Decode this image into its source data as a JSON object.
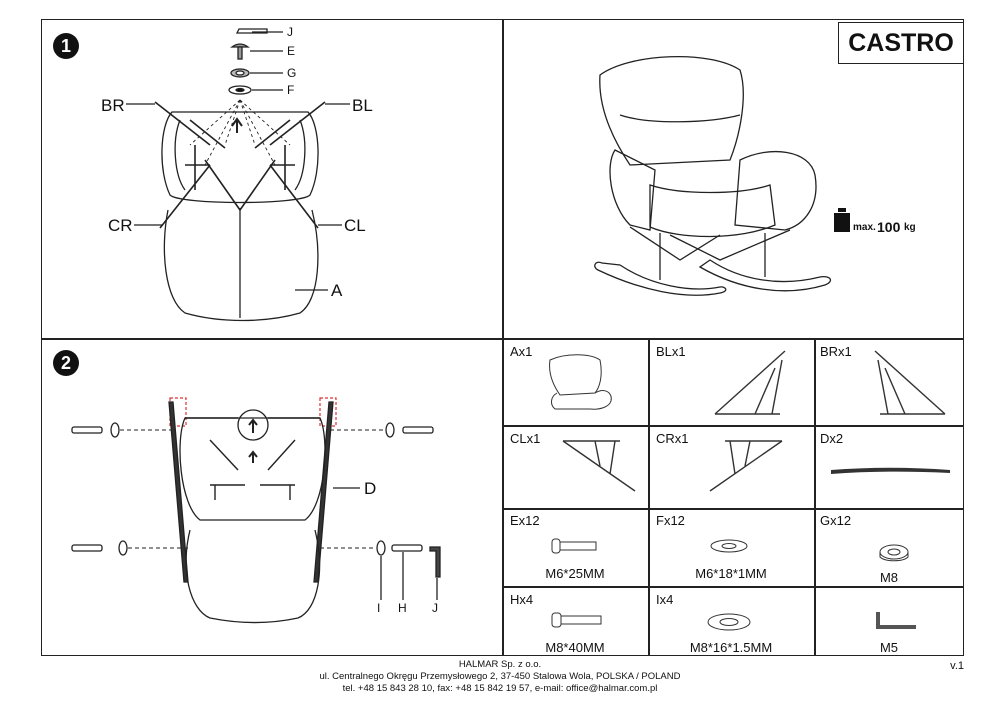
{
  "brand_title": "CASTRO",
  "step1": {
    "number": "1",
    "labels": {
      "J": "J",
      "E": "E",
      "G": "G",
      "F": "F",
      "BR": "BR",
      "BL": "BL",
      "CR": "CR",
      "CL": "CL",
      "A": "A"
    }
  },
  "step2": {
    "number": "2",
    "labels": {
      "D": "D",
      "I": "I",
      "H": "H",
      "J": "J"
    }
  },
  "weight": {
    "prefix": "max.",
    "value": "100",
    "unit": "kg"
  },
  "parts": [
    {
      "id": "A",
      "qty": "Ax1",
      "spec": ""
    },
    {
      "id": "BL",
      "qty": "BLx1",
      "spec": ""
    },
    {
      "id": "BR",
      "qty": "BRx1",
      "spec": ""
    },
    {
      "id": "CL",
      "qty": "CLx1",
      "spec": ""
    },
    {
      "id": "CR",
      "qty": "CRx1",
      "spec": ""
    },
    {
      "id": "D",
      "qty": "Dx2",
      "spec": ""
    },
    {
      "id": "E",
      "qty": "Ex12",
      "spec": "M6*25MM"
    },
    {
      "id": "F",
      "qty": "Fx12",
      "spec": "M6*18*1MM"
    },
    {
      "id": "G",
      "qty": "Gx12",
      "spec": "M8"
    },
    {
      "id": "H",
      "qty": "Hx4",
      "spec": "M8*40MM"
    },
    {
      "id": "I",
      "qty": "Ix4",
      "spec": "M8*16*1.5MM"
    },
    {
      "id": "J",
      "qty": "",
      "spec": "M5"
    }
  ],
  "footer": {
    "company": "HALMAR Sp. z o.o.",
    "address": "ul. Centralnego Okręgu Przemysłowego 2, 37-450 Stalowa Wola, POLSKA / POLAND",
    "contact": "tel. +48 15 843 28 10, fax: +48 15 842 19 57, e-mail: office@halmar.com.pl"
  },
  "version": "v.1"
}
